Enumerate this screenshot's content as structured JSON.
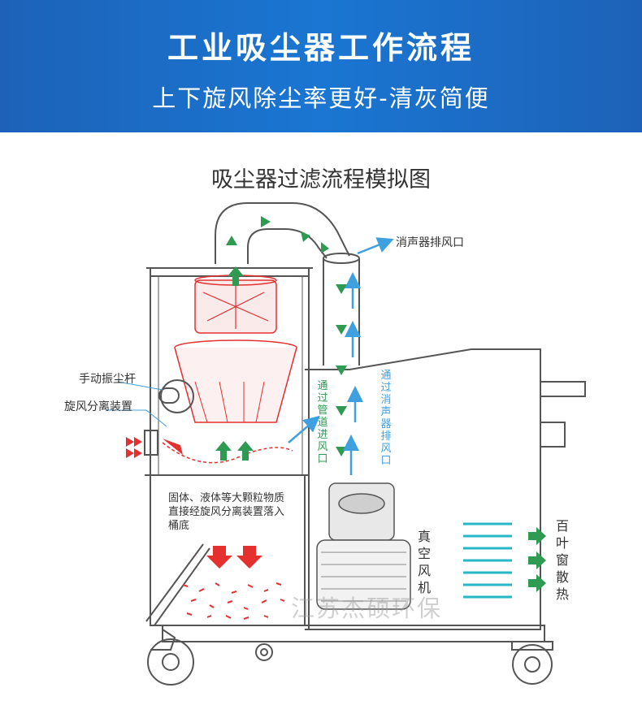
{
  "banner": {
    "title": "工业吸尘器工作流程",
    "subtitle": "上下旋风除尘率更好-清灰简便"
  },
  "figure_title": "吸尘器过滤流程模拟图",
  "labels": {
    "muffler_exhaust": "消声器排风口",
    "manual_shaker": "手动振尘杆",
    "cyclone_separator": "旋风分离装置",
    "pipe_inlet": "通过管道进风口",
    "muffler_outlet": "通过消声器排风口",
    "vacuum_fan": "真空风机",
    "louver_vent": "百叶窗散热",
    "particle_note": "固体、液体等大颗粒物质直接经旋风分离装置落入桶底"
  },
  "watermark": "江苏杰硕环保",
  "colors": {
    "banner": "#1a6fc9",
    "airflow_green": "#2e9a52",
    "exhaust_blue": "#3fa0e0",
    "dust_red": "#e53030",
    "louver_cyan": "#27b7c6",
    "outline": "#555555"
  }
}
